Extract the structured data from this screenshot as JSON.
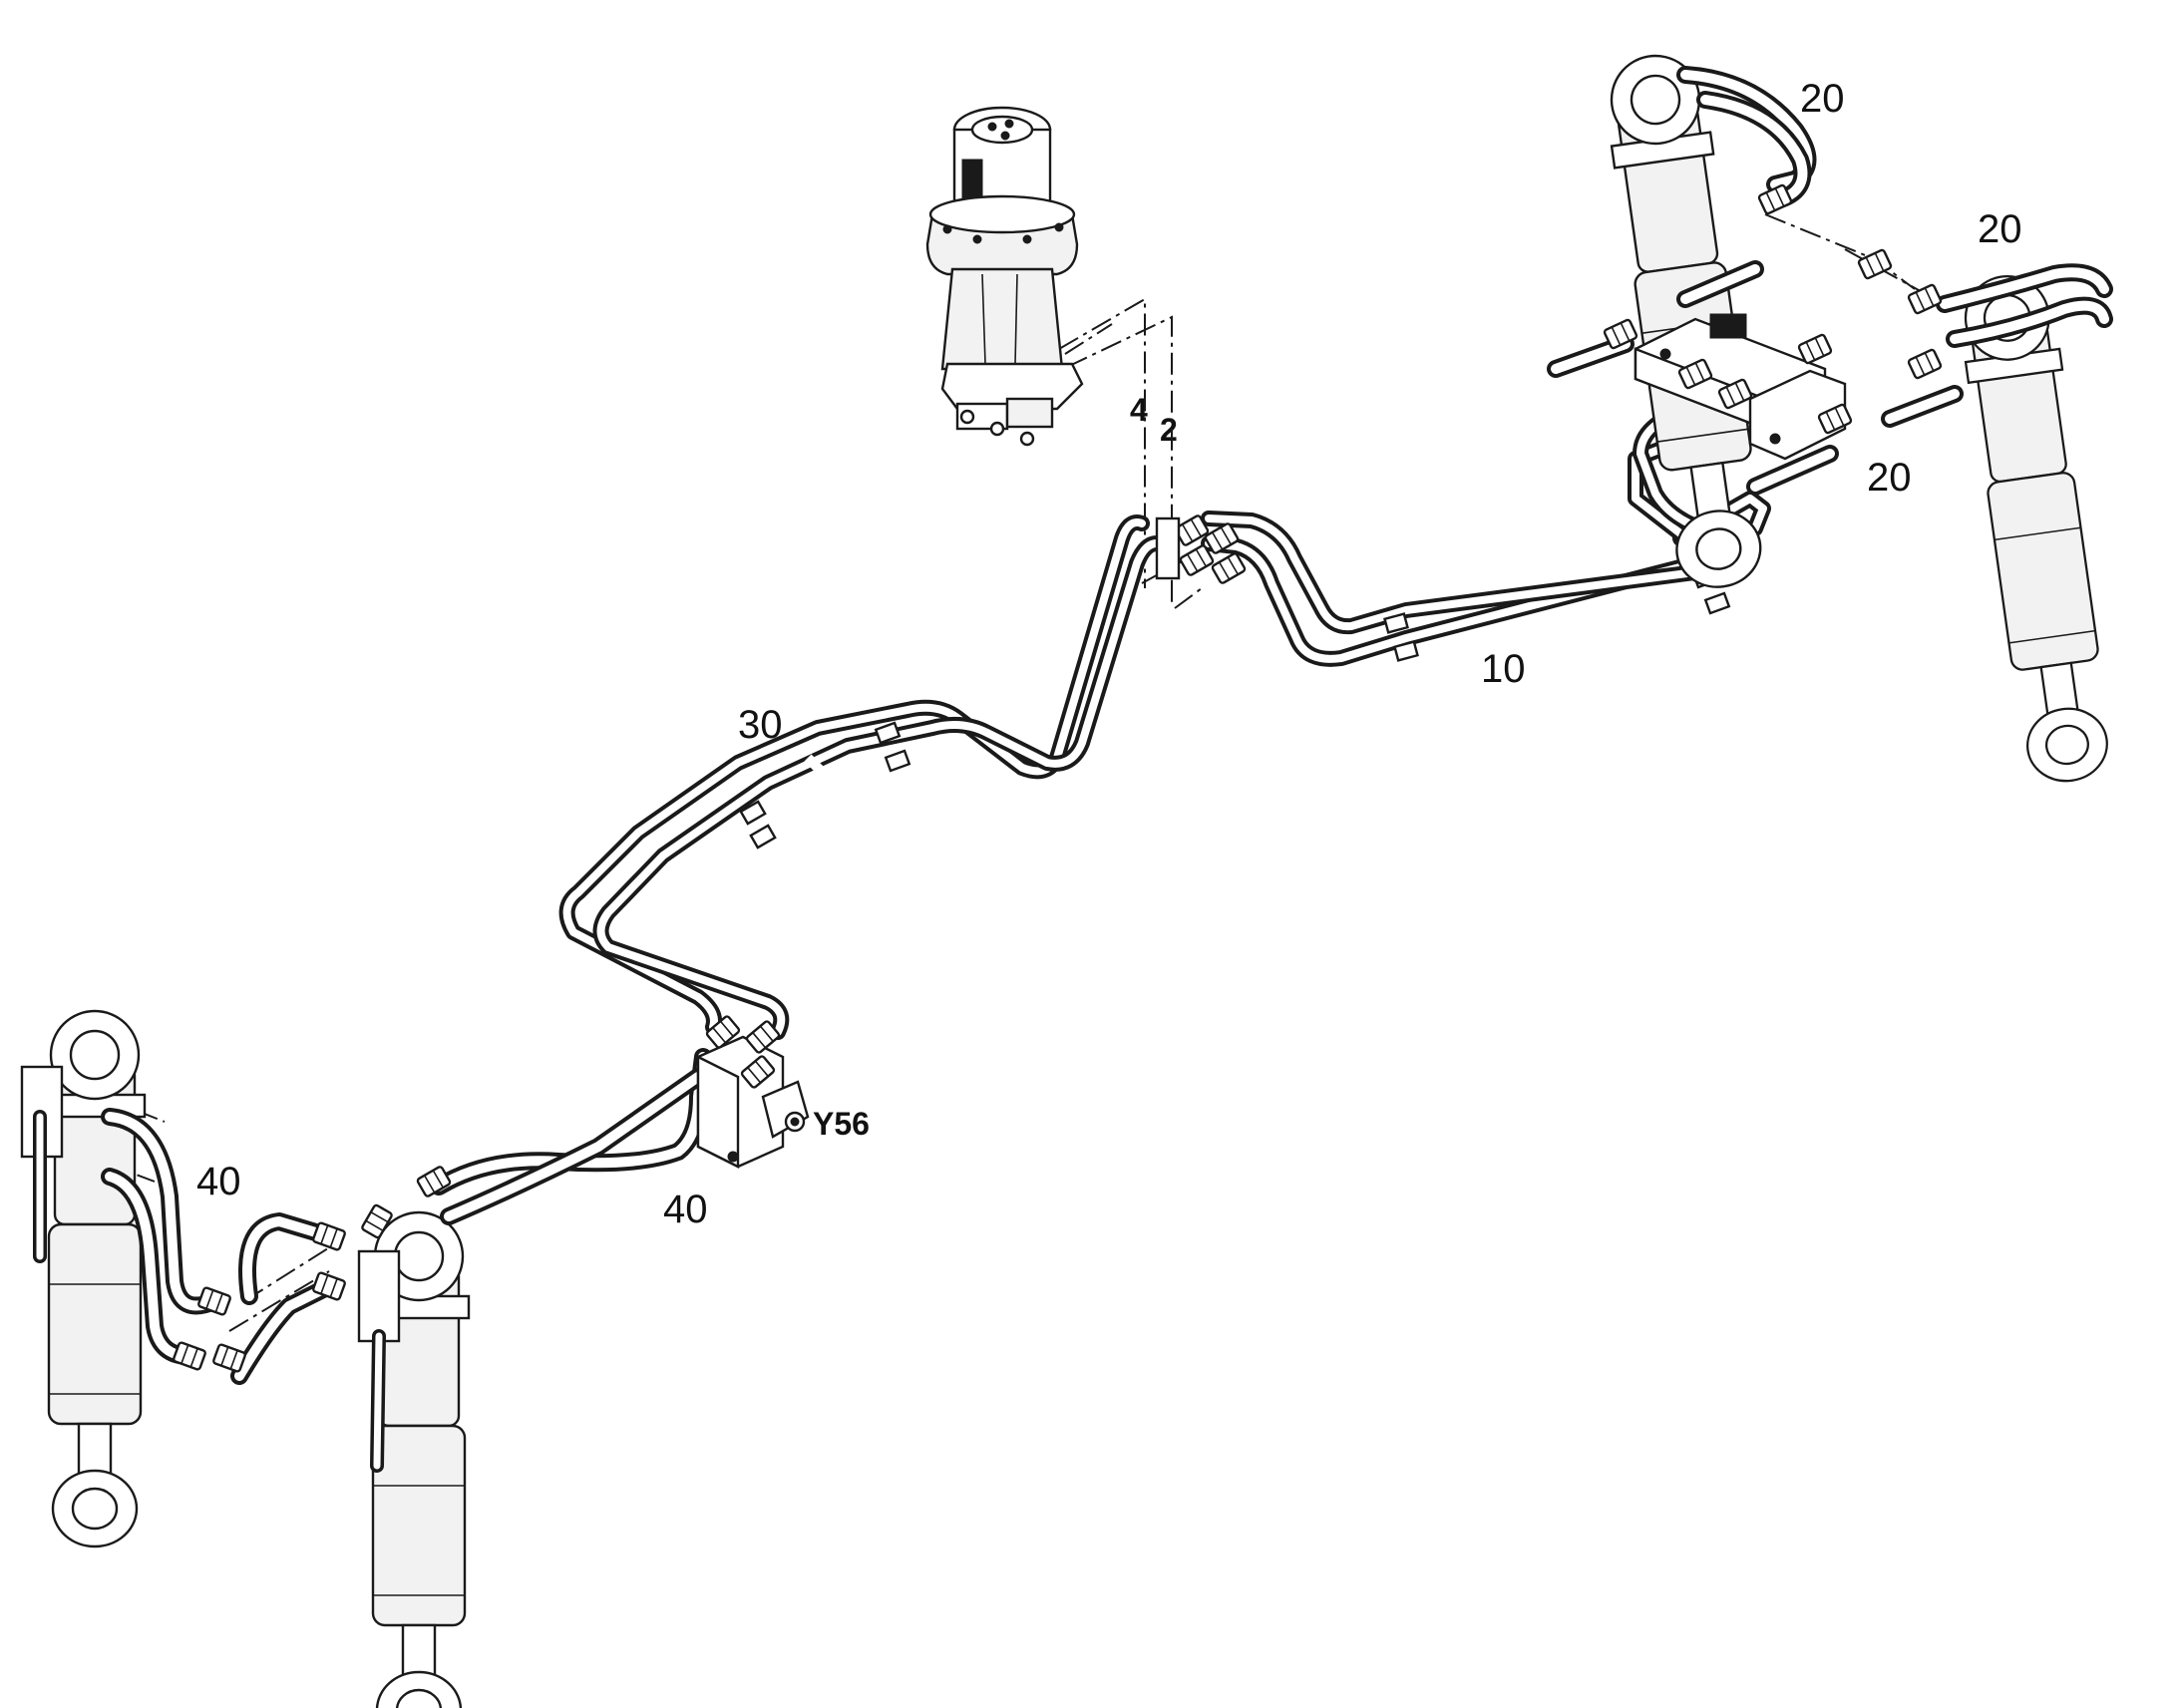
{
  "callouts": {
    "item_10": "10",
    "item_20_top": "20",
    "item_20_mid": "20",
    "item_20_bottom": "20",
    "item_30": "30",
    "item_40_left": "40",
    "item_40_center": "40",
    "connector_4": "4",
    "connector_2": "2",
    "valve_y56": "Y56"
  },
  "components": {
    "rotary_joint_icon": "rotary-joint-icon",
    "distribution_block_icon": "valve-block-icon",
    "solenoid_valve_icon": "solenoid-valve-icon",
    "cylinder_icon": "hydraulic-cylinder-icon"
  },
  "colors": {
    "line": "#1a1a1a",
    "background": "#ffffff"
  }
}
